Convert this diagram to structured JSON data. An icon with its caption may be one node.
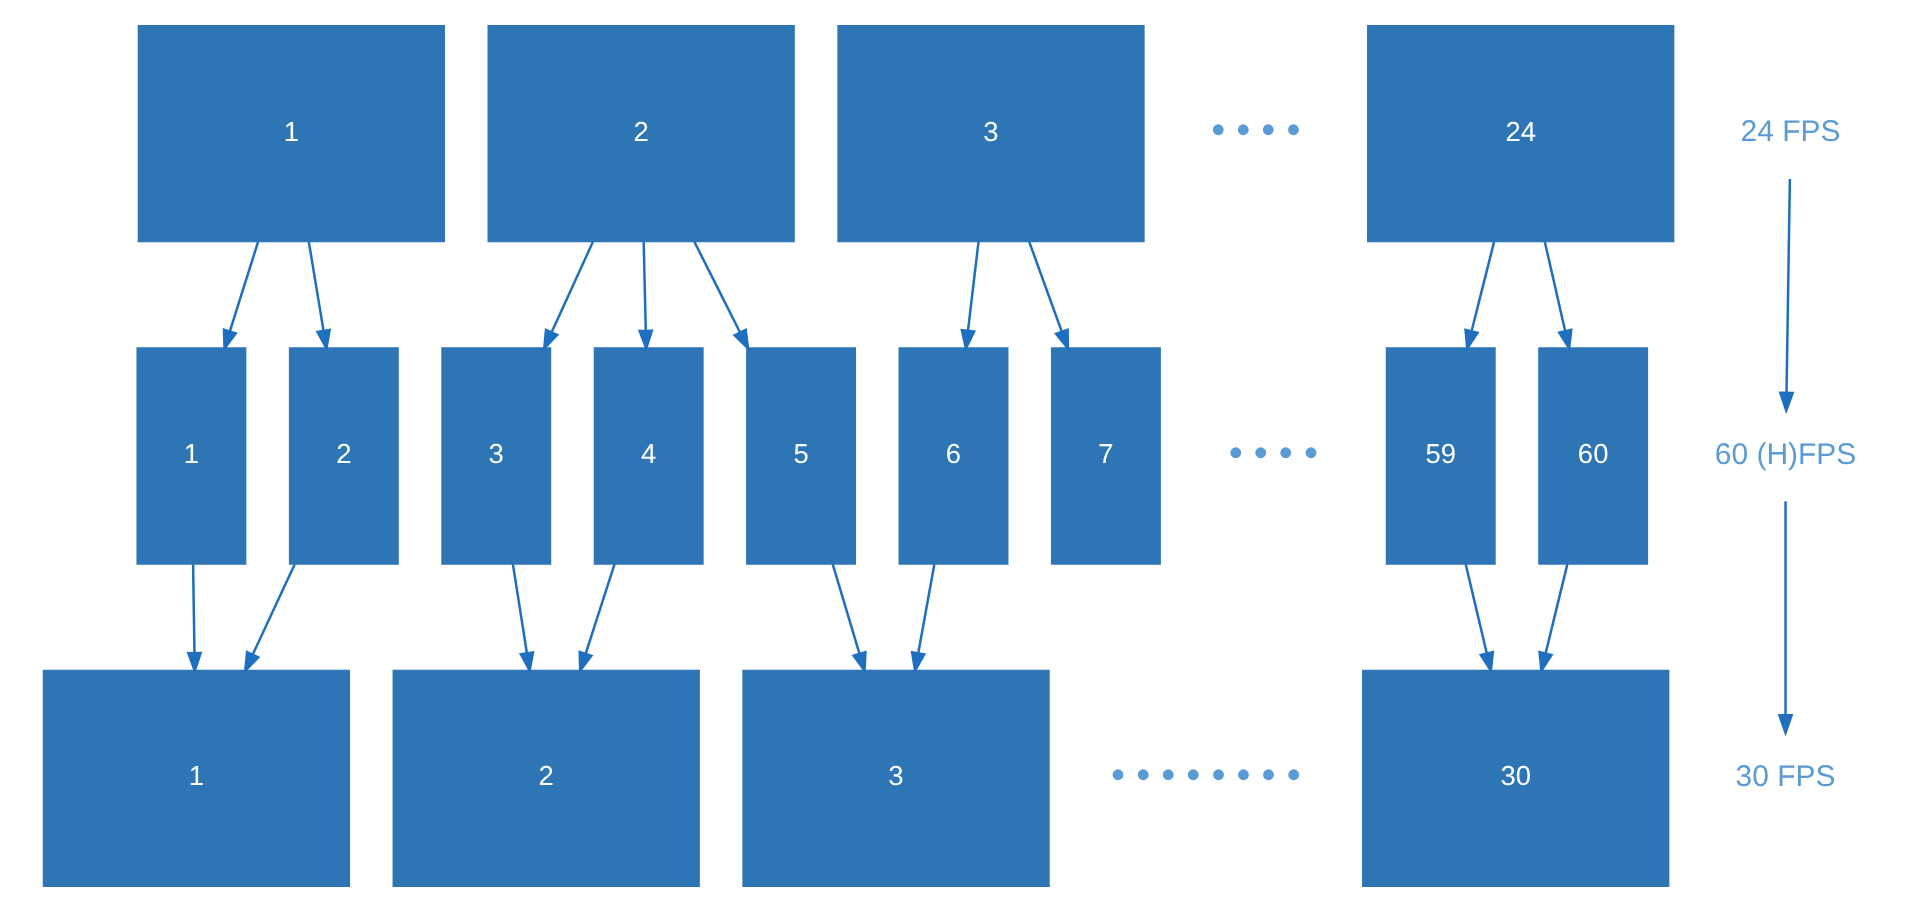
{
  "diagram": {
    "nodes": [
      {
        "text": [
          "1"
        ]
      },
      {
        "text": [
          "2"
        ]
      },
      {
        "text": [
          "3"
        ]
      },
      {
        "text": [
          "24"
        ]
      },
      {
        "text": [
          "24 FPS"
        ]
      },
      {
        "text": [
          "1"
        ]
      },
      {
        "text": [
          "2"
        ]
      },
      {
        "text": [
          "3"
        ]
      },
      {
        "text": [
          "4"
        ]
      },
      {
        "text": [
          "5"
        ]
      },
      {
        "text": [
          "6"
        ]
      },
      {
        "text": [
          "7"
        ]
      },
      {
        "text": [
          "59"
        ]
      },
      {
        "text": [
          "60"
        ]
      },
      {
        "text": [
          "60 (H)FPS"
        ]
      },
      {
        "text": [
          "1"
        ]
      },
      {
        "text": [
          "2"
        ]
      },
      {
        "text": [
          "3"
        ]
      },
      {
        "text": [
          "30"
        ]
      },
      {
        "text": [
          "30 FPS"
        ]
      }
    ],
    "edges": [
      {
        "from": 0,
        "to": 5,
        "arrow": "to"
      },
      {
        "from": 0,
        "to": 6,
        "arrow": "to"
      },
      {
        "from": 1,
        "to": 7,
        "arrow": "to"
      },
      {
        "from": 1,
        "to": 8,
        "arrow": "to"
      },
      {
        "from": 1,
        "to": 9,
        "arrow": "to"
      },
      {
        "from": 2,
        "to": 10,
        "arrow": "to"
      },
      {
        "from": 2,
        "to": 11,
        "arrow": "to"
      },
      {
        "from": 3,
        "to": 12,
        "arrow": "to"
      },
      {
        "from": 3,
        "to": 13,
        "arrow": "to"
      },
      {
        "from": 4,
        "to": 14,
        "arrow": "to"
      },
      {
        "from": 5,
        "to": 15,
        "arrow": "to"
      },
      {
        "from": 6,
        "to": 15,
        "arrow": "to"
      },
      {
        "from": 7,
        "to": 16,
        "arrow": "to"
      },
      {
        "from": 8,
        "to": 16,
        "arrow": "to"
      },
      {
        "from": 9,
        "to": 17,
        "arrow": "to"
      },
      {
        "from": 10,
        "to": 17,
        "arrow": "to"
      },
      {
        "from": 12,
        "to": 18,
        "arrow": "to"
      },
      {
        "from": 13,
        "to": 18,
        "arrow": "to"
      },
      {
        "from": 14,
        "to": 19,
        "arrow": "to"
      }
    ],
    "labels": [
      "• • • •",
      "• • • •",
      "• • • • • • • •"
    ]
  }
}
